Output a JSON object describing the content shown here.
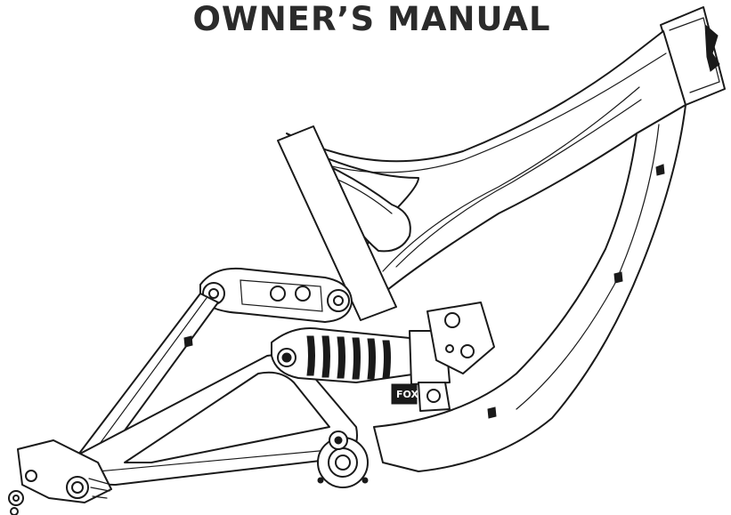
{
  "document": {
    "title": "OWNER’S MANUAL"
  },
  "illustration": {
    "subject": "bicycle-frame",
    "shock_logo_text": "FOX"
  }
}
